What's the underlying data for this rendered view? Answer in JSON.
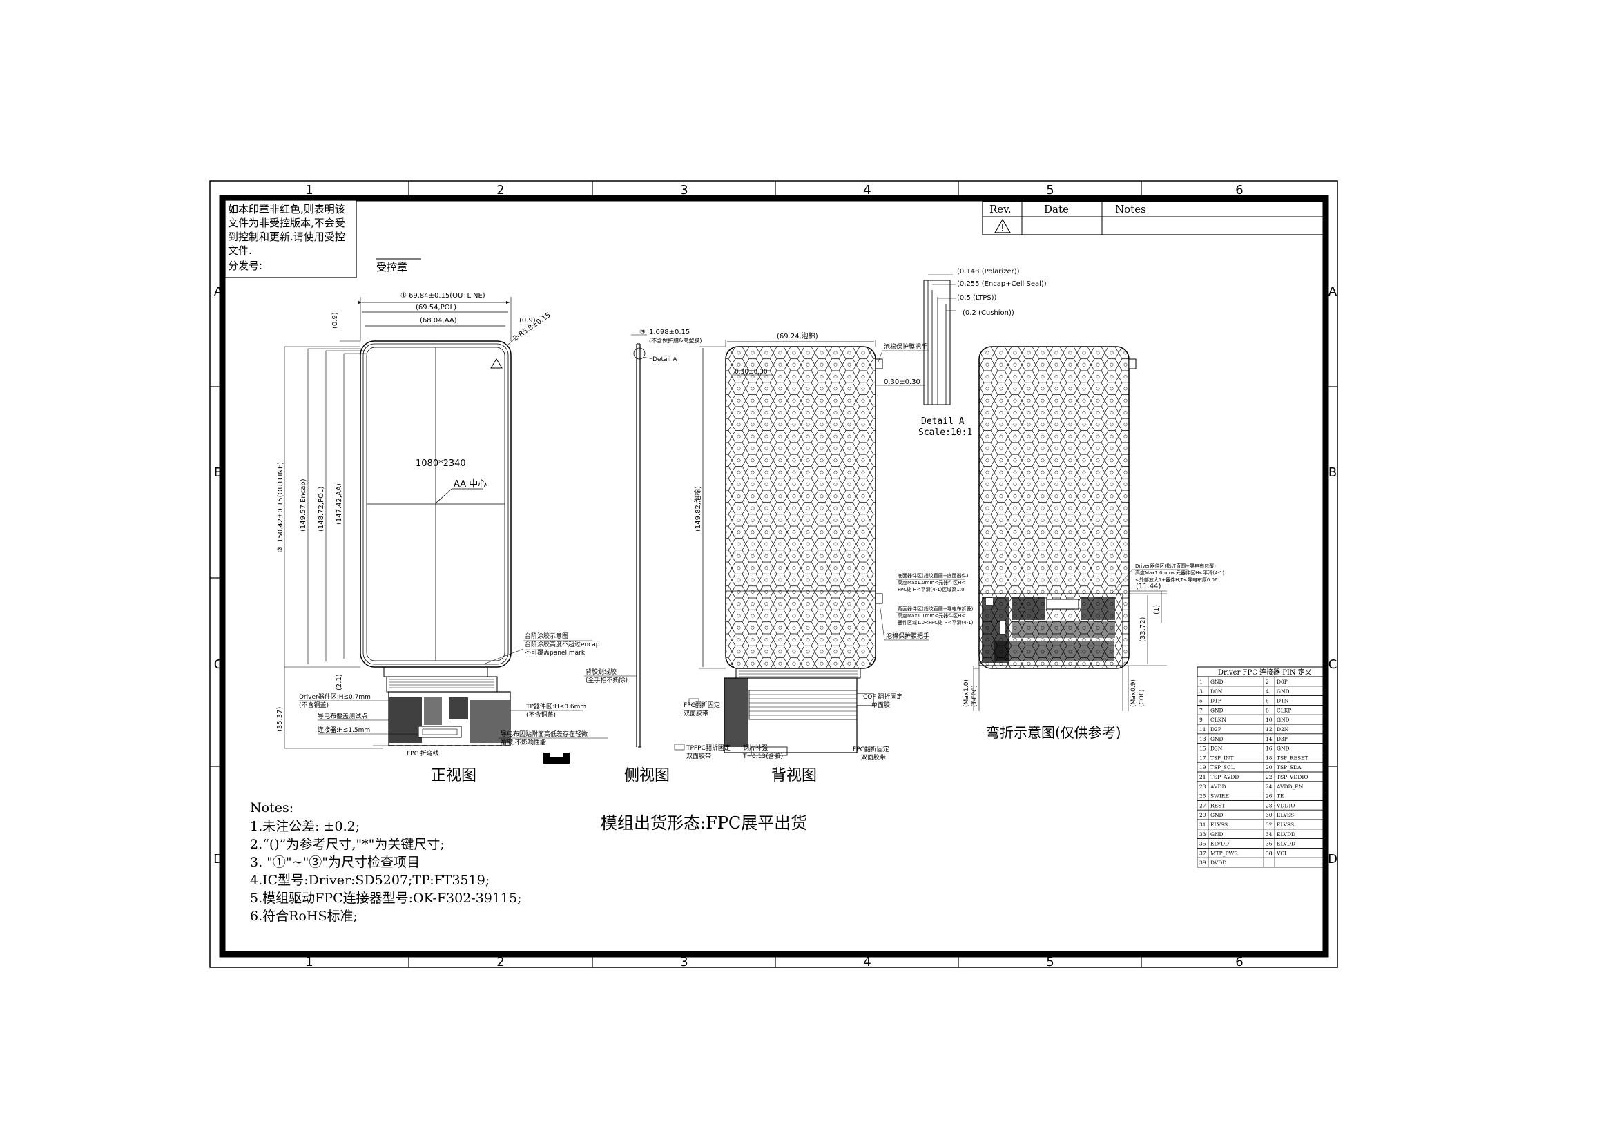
{
  "border": {
    "columns": [
      "1",
      "2",
      "3",
      "4",
      "5",
      "6"
    ],
    "rows": [
      "A",
      "B",
      "C",
      "D"
    ]
  },
  "stamp_box": {
    "lines": [
      "如本印章非红色,则表明该",
      "文件为非受控版本,不会受",
      "到控制和更新.请使用受控",
      "文件."
    ],
    "distribution_label": "分发号:",
    "controlled_stamp_label": "受控章"
  },
  "revision_table": {
    "headers": [
      "Rev.",
      "Date",
      "Notes"
    ],
    "warning_icon": "warning-triangle-icon"
  },
  "front_view": {
    "title": "正视图",
    "dim_outline_w": "69.84±0.15(OUTLINE)",
    "dim_pol_w": "(69.54,POL)",
    "dim_aa_w": "(68.04,AA)",
    "dim_top_gap": "(0.9)",
    "dim_side_gap": "(0.9)",
    "dim_corner": "2-R5.8±0.15",
    "resolution": "1080*2340",
    "aa_center": "AA 中心",
    "dim_outline_h": "150.42±0.15(OUTLINE)",
    "dim_encap_h": "(149.57 Encap)",
    "dim_pol_h": "(148.72,POL)",
    "dim_aa_h": "(147.42,AA)",
    "dim_bottom_gap": "(2.1)",
    "dim_fpc_len": "(35.37)",
    "note_step_1": "台阶涂胶示意图",
    "note_step_2": "台阶涂胶高度不超过encap",
    "note_step_3": "不可覆盖panel mark",
    "driver_zone_1": "Driver器件区:H≤0.7mm",
    "driver_zone_2": "(不含铜盖)",
    "test_point_note": "导电布覆盖测试点",
    "connector_note": "连接器:H≤1.5mm",
    "tp_zone_1": "TP器件区:H≤0.6mm",
    "tp_zone_2": "(不含铜盖)",
    "foam_note_1": "导电布因贴附面高低差存在轻微",
    "foam_note_2": "褶皱,不影响性能",
    "fpc_bend_note": "FPC 折弯线",
    "circle_1": "①",
    "circle_2": "②"
  },
  "side_view": {
    "title": "侧视图",
    "dim_thickness": "1.098±0.15",
    "dim_thickness_note": "(不含保护膜&离型膜)",
    "circle_3": "③",
    "detail_label": "Detail A",
    "back_glue_1": "背胶划线胶",
    "back_glue_2": "(金手指不撕除)"
  },
  "back_view": {
    "title": "背视图",
    "dim_foam_w": "(69.24,泡棉)",
    "dim_foam_h": "(149.82,泡棉)",
    "dim_offset_1": "0.30±0.30",
    "dim_offset_2": "0.30±0.30",
    "protect_film_1": "泡棉保护膜把手",
    "protect_film_2": "泡棉保护膜把手",
    "cof_1": "COF 翻折固定",
    "cof_2": "单面胶",
    "fpc_fix_1": "FPC翻折固定",
    "fpc_fix_2": "双面胶带",
    "tp_fix_1": "TPFPC翻折固定",
    "tp_fix_2": "双面胶带",
    "steel_1": "钢片补强",
    "steel_2": "T=0.13(含胶)",
    "fpc_fix_3": "FPC翻折固定",
    "fpc_fix_4": "双面胶带",
    "bottom_zone_1": "底面器件区(指纹直圆+底面器件)",
    "bottom_zone_2": "高度Max1.0mm<元器件区H<",
    "bottom_zone_3": "FPC处 H<平滑(4-1)区域高1.0",
    "top_zone_1": "背面器件区(指纹直圆+导电布折叠)",
    "top_zone_2": "高度Max1.1mm<元器件区H<",
    "top_zone_3": "器件区域1.0<FPC处 H<平滑(4-1)"
  },
  "detail_a": {
    "polarizer": "(0.143 (Polarizer))",
    "encap": "(0.255 (Encap+Cell Seal))",
    "ltps": "(0.5 (LTPS))",
    "cushion": "(0.2 (Cushion))",
    "label": "Detail A",
    "scale": "Scale:10:1"
  },
  "bend_view": {
    "title": "弯折示意图(仅供参考)",
    "driver_zone_1": "Driver器件区(指纹直圆+导电布包覆)",
    "driver_zone_2": "高度Max1.0mm<元器件区H<平滑(4-1)",
    "driver_zone_3": "<外部放大1+器件H,T<导电布厚0.06",
    "dim_a": "(11.44)",
    "dim_b": "(1)",
    "dim_c": "(33.72)",
    "dim_max1": "(Max1.0)",
    "dim_max1_note": "(T-FPC)",
    "dim_max2": "(Max0.9)",
    "dim_max2_note": "(COF)"
  },
  "pin_table": {
    "title": "Driver FPC 连接器 PIN 定义",
    "rows": [
      [
        "1",
        "GND",
        "2",
        "D0P"
      ],
      [
        "3",
        "D0N",
        "4",
        "GND"
      ],
      [
        "5",
        "D1P",
        "6",
        "D1N"
      ],
      [
        "7",
        "GND",
        "8",
        "CLKP"
      ],
      [
        "9",
        "CLKN",
        "10",
        "GND"
      ],
      [
        "11",
        "D2P",
        "12",
        "D2N"
      ],
      [
        "13",
        "GND",
        "14",
        "D3P"
      ],
      [
        "15",
        "D3N",
        "16",
        "GND"
      ],
      [
        "17",
        "TSP_INT",
        "18",
        "TSP_RESET"
      ],
      [
        "19",
        "TSP_SCL",
        "20",
        "TSP_SDA"
      ],
      [
        "21",
        "TSP_AVDD",
        "22",
        "TSP_VDDIO"
      ],
      [
        "23",
        "AVDD",
        "24",
        "AVDD_EN"
      ],
      [
        "25",
        "SWIRE",
        "26",
        "TE"
      ],
      [
        "27",
        "REST",
        "28",
        "VDDIO"
      ],
      [
        "29",
        "GND",
        "30",
        "ELVSS"
      ],
      [
        "31",
        "ELVSS",
        "32",
        "ELVSS"
      ],
      [
        "33",
        "GND",
        "34",
        "ELVDD"
      ],
      [
        "35",
        "ELVDD",
        "36",
        "ELVDD"
      ],
      [
        "37",
        "MTP_PWR",
        "38",
        "VCI"
      ],
      [
        "39",
        "DVDD",
        "",
        ""
      ]
    ]
  },
  "shipping_state": "模组出货形态:FPC展平出货",
  "notes": {
    "heading": "Notes:",
    "items": [
      "1.未注公差: ±0.2;",
      "2.“()”为参考尺寸,\"*\"为关键尺寸;",
      "3. \"①\"~\"③\"为尺寸检查项目",
      "4.IC型号:Driver:SD5207;TP:FT3519;",
      "5.模组驱动FPC连接器型号:OK-F302-39115;",
      "6.符合RoHS标准;"
    ]
  }
}
